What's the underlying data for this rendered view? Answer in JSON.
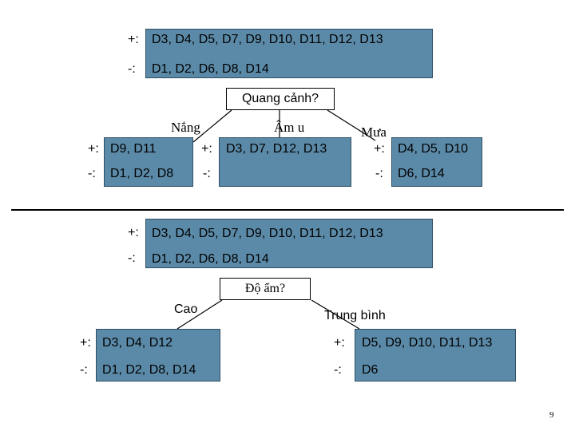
{
  "top_tree": {
    "root_pos": "D3, D4, D5, D7, D9, D10, D11, D12, D13",
    "root_neg": "D1, D2, D6, D8, D14",
    "question": "Quang cảnh?",
    "branches": [
      {
        "edge": "Nắng",
        "pos": "D9, D11",
        "neg": "D1, D2, D8"
      },
      {
        "edge": "Âm u",
        "pos": "D3, D7, D12, D13",
        "neg": ""
      },
      {
        "edge": "Mưa",
        "pos": "D4, D5, D10",
        "neg": "D6, D14"
      }
    ]
  },
  "bottom_tree": {
    "root_pos": "D3, D4, D5, D7, D9, D10, D11, D12, D13",
    "root_neg": "D1, D2, D6, D8, D14",
    "question": "Độ ẩm?",
    "branches": [
      {
        "edge": "Cao",
        "pos": "D3, D4, D12",
        "neg": "D1, D2, D8, D14"
      },
      {
        "edge": "Trung bình",
        "pos": "D5, D9, D10, D11, D13",
        "neg": "D6"
      }
    ]
  },
  "symbols": {
    "pos": "+:",
    "neg": "-:"
  },
  "page_number": "9"
}
